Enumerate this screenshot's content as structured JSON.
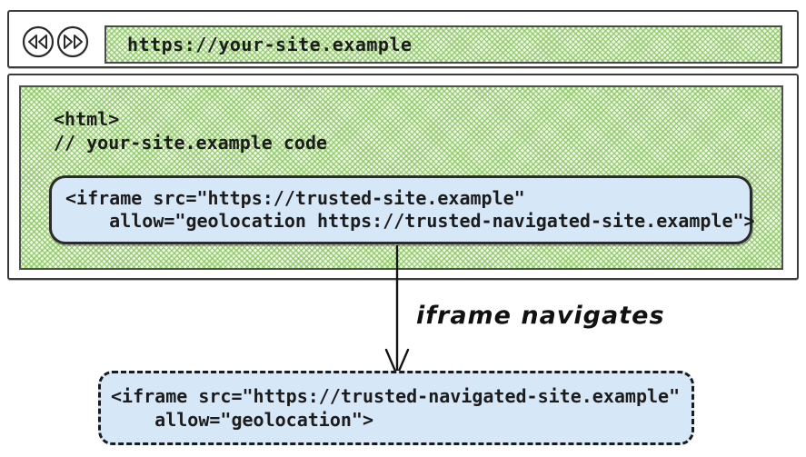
{
  "browser": {
    "url": "https://your-site.example"
  },
  "page_code": {
    "line1": "<html>",
    "line2": "// your-site.example code"
  },
  "iframe_original": {
    "line1": "<iframe src=\"https://trusted-site.example\"",
    "line2": "    allow=\"geolocation https://trusted-navigated-site.example\">"
  },
  "arrow_label": "iframe navigates",
  "iframe_navigated": {
    "line1": "<iframe src=\"https://trusted-navigated-site.example\"",
    "line2": "    allow=\"geolocation\">"
  },
  "colors": {
    "hatch_green": "#85c65c",
    "code_box_blue": "#d6e7f8",
    "ink": "#1c1c1c"
  }
}
